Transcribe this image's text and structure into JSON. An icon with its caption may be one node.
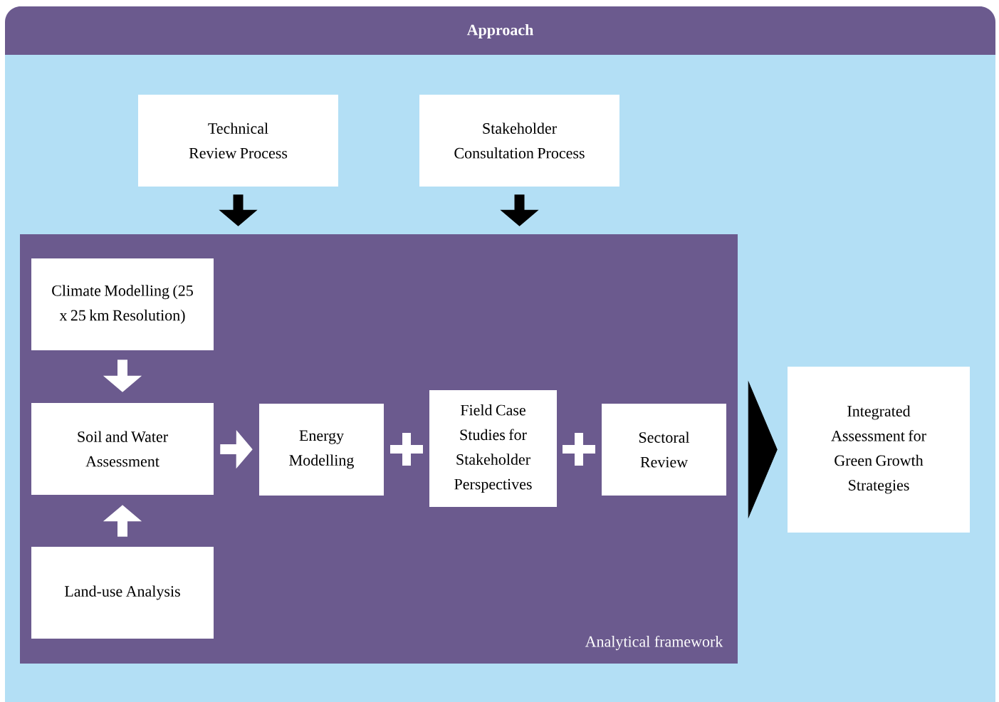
{
  "diagram": {
    "nodes": [
      {
        "text": [
          "Approach"
        ]
      },
      {
        "text": [
          "Technical Review Process"
        ],
        "in": 0
      },
      {
        "text": [
          "Stakeholder Consultation Process"
        ],
        "in": 0
      },
      {
        "text": [
          "Analytical framework"
        ],
        "in": 0
      },
      {
        "text": [
          "Climate Modelling (25 x 25 km Resolution)"
        ],
        "in": 3
      },
      {
        "text": [
          "Soil and Water Assessment"
        ],
        "in": 3
      },
      {
        "text": [
          "Energy Modelling"
        ],
        "in": 3
      },
      {
        "text": [
          "Field Case Studies for Stakeholder Perspectives"
        ],
        "in": 3
      },
      {
        "text": [
          "Sectoral Review"
        ],
        "in": 3
      },
      {
        "text": [
          "Land-use Analysis"
        ],
        "in": 3
      },
      {
        "text": [
          "Integrated Assessment for Green Growth Strategies"
        ],
        "in": 0
      }
    ],
    "edges": [
      {
        "from": 1,
        "to": 3,
        "arrow": "to",
        "color": "#000000"
      },
      {
        "from": 2,
        "to": 3,
        "arrow": "to",
        "color": "#000000"
      },
      {
        "from": 4,
        "to": 5,
        "arrow": "to"
      },
      {
        "from": 9,
        "to": 5,
        "arrow": "to"
      },
      {
        "from": 5,
        "to": 6,
        "arrow": "to"
      },
      {
        "from": 3,
        "to": 10,
        "arrow": "to",
        "color": "#000000"
      }
    ]
  }
}
